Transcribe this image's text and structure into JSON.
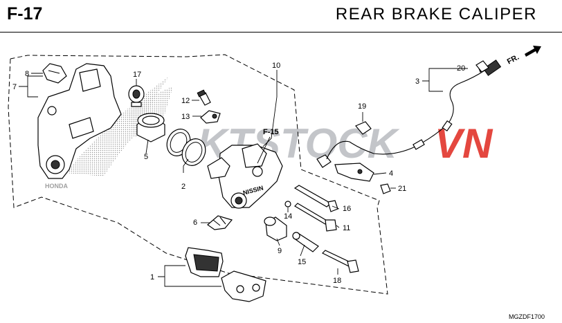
{
  "header": {
    "code": "F-17",
    "title": "REAR  BRAKE  CALIPER"
  },
  "parts": [
    "1",
    "2",
    "3",
    "4",
    "5",
    "6",
    "7",
    "8",
    "9",
    "10",
    "11",
    "12",
    "13",
    "14",
    "15",
    "16",
    "17",
    "18",
    "19",
    "20",
    "21"
  ],
  "section_ref": "F-15",
  "direction": "FR.",
  "caliper_marking": "NISSIN",
  "watermark": {
    "left": "KTSTOCK",
    "right": "VN",
    "logo": "HONDA",
    "color_red": "#e0281e",
    "color_grey": "#b9bcc0"
  },
  "drawing_code": "MGZDF1700"
}
